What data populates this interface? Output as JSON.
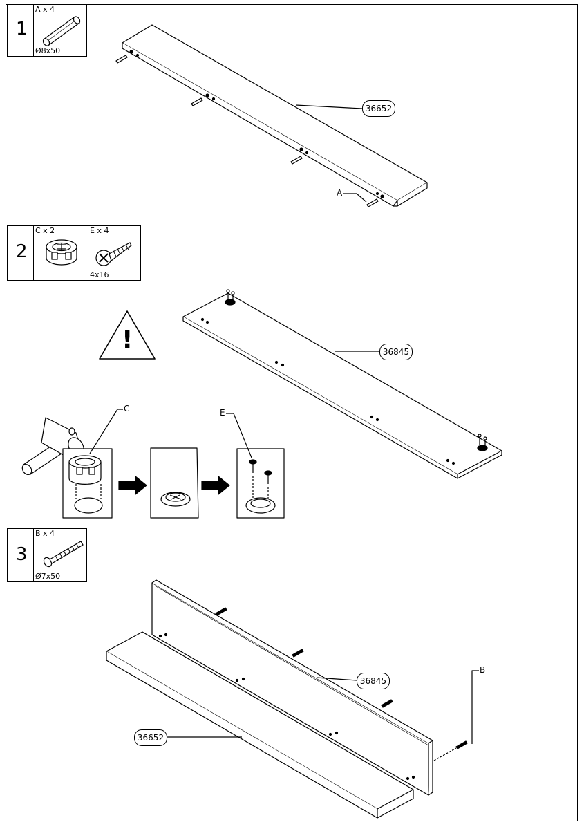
{
  "steps": [
    {
      "number": "1",
      "parts": [
        {
          "qty": "A x 4",
          "size": "Ø8x50",
          "icon": "dowel-icon"
        }
      ]
    },
    {
      "number": "2",
      "parts": [
        {
          "qty": "C x 2",
          "size": "",
          "icon": "cam-lock-icon"
        },
        {
          "qty": "E x 4",
          "size": "4x16",
          "icon": "screw-icon"
        }
      ]
    },
    {
      "number": "3",
      "parts": [
        {
          "qty": "B x 4",
          "size": "Ø7x50",
          "icon": "bolt-icon"
        }
      ]
    }
  ],
  "callouts": {
    "step1_panel": "36652",
    "step1_dowel": "A",
    "step2_panel": "36845",
    "step2_cam": "C",
    "step2_screw": "E",
    "step3_back_panel": "36845",
    "step3_shelf": "36652",
    "step3_bolt": "B"
  },
  "warning_symbol": "!"
}
